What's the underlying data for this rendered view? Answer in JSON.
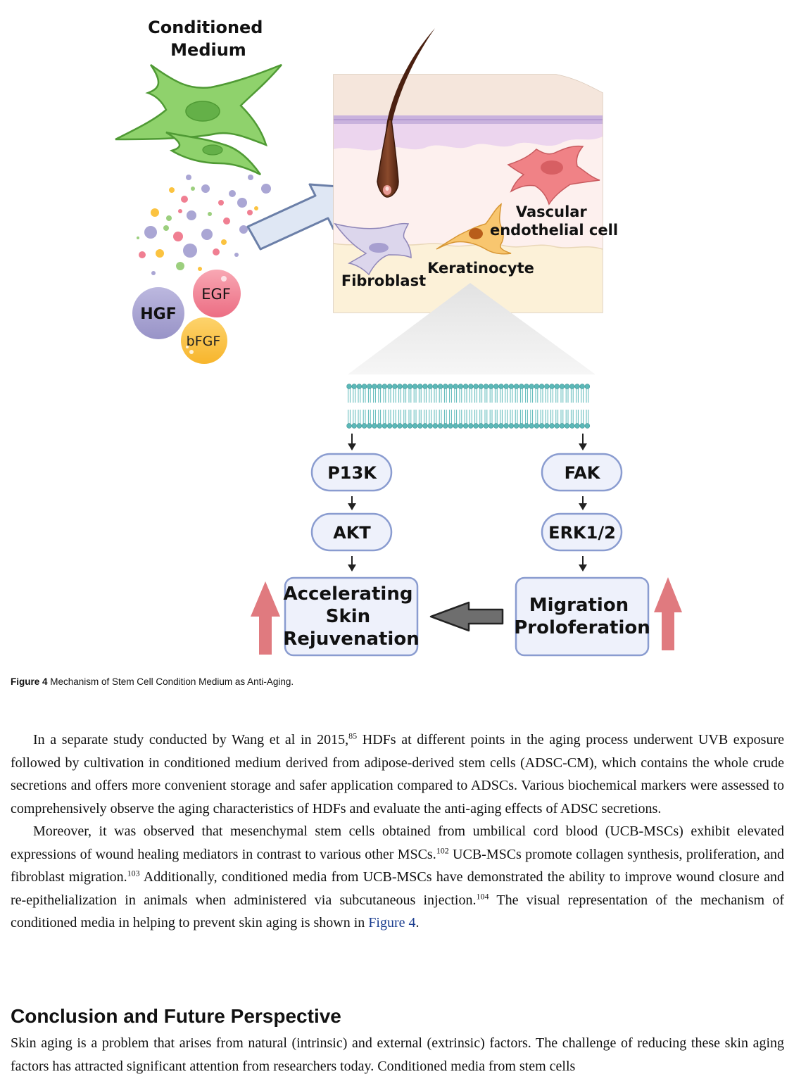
{
  "figure": {
    "conditioned_medium_label": [
      "Conditioned",
      "Medium"
    ],
    "growth_factors": {
      "hgf": "HGF",
      "egf": "EGF",
      "bfgf": "bFGF"
    },
    "cells": {
      "vascular_endothelial": [
        "Vascular",
        "endothelial cell"
      ],
      "fibroblast": "Fibroblast",
      "keratinocyte": "Keratinocyte"
    },
    "pathway": {
      "left": [
        "P13K",
        "AKT"
      ],
      "right": [
        "FAK",
        "ERK1/2"
      ],
      "outcome_left": [
        "Accelerating",
        "Skin",
        "Rejuvenation"
      ],
      "outcome_right": [
        "Migration",
        "Proloferation"
      ]
    },
    "colors": {
      "stem_cell": "#7dc95a",
      "hgf": "#aaa6d4",
      "egf": "#f07f92",
      "bfgf": "#fbc340",
      "membrane": "#5bb8b8",
      "up_arrow": "#e07a7f",
      "box_border": "#8a9cd0",
      "box_fill": "#eef1fb"
    }
  },
  "caption": {
    "label": "Figure 4",
    "text": " Mechanism of Stem Cell Condition Medium as Anti-Aging."
  },
  "paragraph1": {
    "a": "In a separate study conducted by Wang et al in 2015,",
    "ref1": "85",
    "b": " HDFs at different points in the aging process underwent UVB exposure followed by cultivation in conditioned medium derived from adipose-derived stem cells (ADSC-CM), which contains the whole crude secretions and offers more convenient storage and safer application compared to ADSCs. Various biochemical markers were assessed to comprehensively observe the aging characteristics of HDFs and evaluate the anti-aging effects of ADSC secretions."
  },
  "paragraph2": {
    "a": "Moreover, it was observed that mesenchymal stem cells obtained from umbilical cord blood (UCB-MSCs) exhibit elevated expressions of wound healing mediators in contrast to various other MSCs.",
    "ref1": "102",
    "b": " UCB-MSCs promote collagen synthesis, proliferation, and fibroblast migration.",
    "ref2": "103",
    "c": " Additionally, conditioned media from UCB-MSCs have demon­strated the ability to improve wound closure and re-epithelialization in animals when administered via subcutaneous injection.",
    "ref3": "104",
    "d": " The visual representation of the mechanism of conditioned media in helping to prevent skin aging is shown in ",
    "link": "Figure 4",
    "e": "."
  },
  "section": {
    "heading": "Conclusion and Future Perspective",
    "text": "Skin aging is a problem that arises from natural (intrinsic) and external (extrinsic) factors. The challenge of reducing these skin aging factors has attracted significant attention from researchers today. Conditioned media from stem cells"
  }
}
